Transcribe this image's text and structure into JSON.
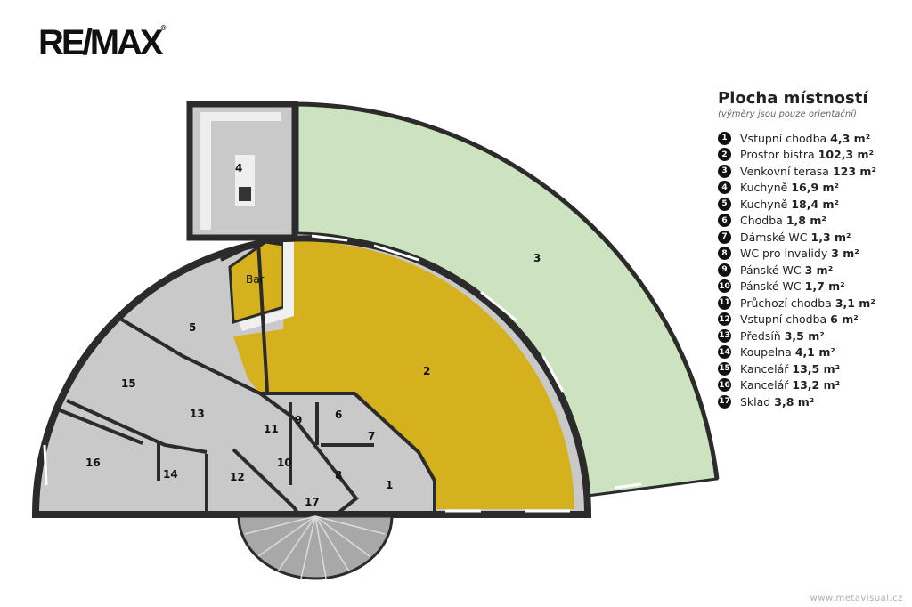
{
  "brand": {
    "logo_text": "RE/MAX"
  },
  "legend": {
    "title": "Plocha místností",
    "subtitle": "(výměry jsou pouze orientační)",
    "items": [
      {
        "num": "1",
        "name": "Vstupní chodba",
        "area": "4,3 m²"
      },
      {
        "num": "2",
        "name": "Prostor bistra",
        "area": "102,3 m²"
      },
      {
        "num": "3",
        "name": "Venkovní terasa",
        "area": "123 m²"
      },
      {
        "num": "4",
        "name": "Kuchyně",
        "area": "16,9 m²"
      },
      {
        "num": "5",
        "name": "Kuchyně",
        "area": "18,4 m²"
      },
      {
        "num": "6",
        "name": "Chodba",
        "area": "1,8 m²"
      },
      {
        "num": "7",
        "name": "Dámské WC",
        "area": "1,3 m²"
      },
      {
        "num": "8",
        "name": "WC pro invalidy",
        "area": "3 m²"
      },
      {
        "num": "9",
        "name": "Pánské WC",
        "area": "3 m²"
      },
      {
        "num": "10",
        "name": "Pánské WC",
        "area": "1,7 m²"
      },
      {
        "num": "11",
        "name": "Průchozí chodba",
        "area": "3,1 m²"
      },
      {
        "num": "12",
        "name": "Vstupní chodba",
        "area": "6 m²"
      },
      {
        "num": "13",
        "name": "Předsíň",
        "area": "3,5 m²"
      },
      {
        "num": "14",
        "name": "Koupelna",
        "area": "4,1 m²"
      },
      {
        "num": "15",
        "name": "Kancelář",
        "area": "13,5 m²"
      },
      {
        "num": "16",
        "name": "Kancelář",
        "area": "13,2 m²"
      },
      {
        "num": "17",
        "name": "Sklad",
        "area": "3,8 m²"
      }
    ]
  },
  "plan": {
    "room_labels": {
      "r1": "1",
      "r2": "2",
      "r3": "3",
      "r4": "4",
      "r5": "5",
      "r6": "6",
      "r7": "7",
      "r8": "8",
      "r9": "9",
      "r10": "10",
      "r11": "11",
      "r12": "12",
      "r13": "13",
      "r14": "14",
      "r15": "15",
      "r16": "16",
      "r17": "17"
    },
    "bar_label": "Bar",
    "colors": {
      "terrace": "#cde3bf",
      "bistro": "#d6b11e",
      "rooms": "#c9c9c9",
      "wall": "#2b2b2b"
    }
  },
  "watermark": "www.metavisual.cz"
}
